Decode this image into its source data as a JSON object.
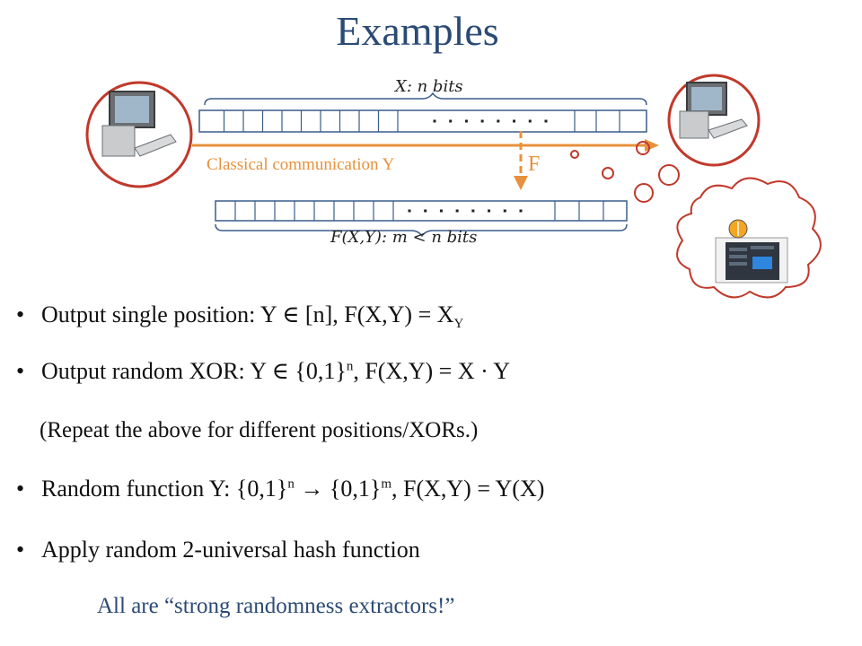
{
  "title": "Examples",
  "diagram": {
    "x_label": "X: n bits",
    "channel_label": "Classical communication Y",
    "f_label": "F",
    "output_label": "F(X,Y): m < n bits",
    "dots": "........",
    "colors": {
      "accent_blue": "#2b4a74",
      "orange": "#e8913c",
      "circle_red": "#c0392b",
      "cell_blue": "#3b5d8c"
    }
  },
  "bullets": [
    {
      "marker": "•",
      "text": "Output single position: Y ∈ [n],  F(X,Y) = X",
      "sub": "Y"
    },
    {
      "marker": "•",
      "text": "Output random XOR: Y ∈ {0,1}",
      "sup": "n",
      "tail": ",  F(X,Y) = X · Y"
    },
    {
      "marker": "",
      "text": "(Repeat the above for different positions/XORs.)"
    },
    {
      "marker": "•",
      "text": "Random function Y: {0,1}",
      "sup": "n",
      "mid": " → {0,1}",
      "sup2": "m",
      "tail": ",  F(X,Y) = Y(X)"
    },
    {
      "marker": "•",
      "text": "Apply random 2-universal hash function"
    }
  ],
  "summary": "All are “strong randomness extractors!”"
}
